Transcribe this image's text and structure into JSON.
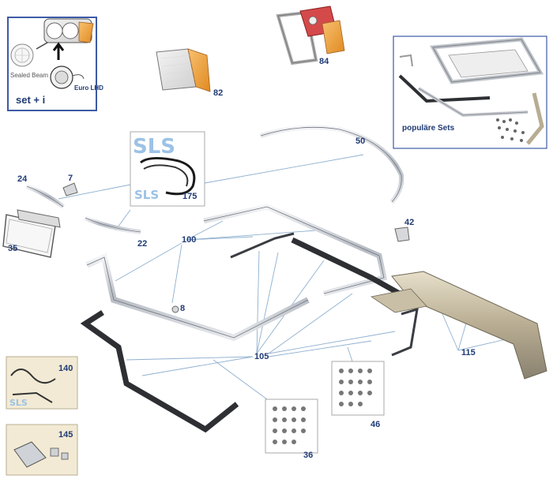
{
  "colors": {
    "label": "#1f3a75",
    "leader": "#8fb0cf",
    "chrome": "#c9ccd2",
    "rubber": "#2d2f33",
    "amber": "#f0a040",
    "inset_border": "#3d5aa5",
    "logo_blue": "#9cc2e6"
  },
  "headlight_inset": {
    "sealed_label": "Sealed Beam",
    "euro_label": "Euro LHD",
    "set_label": "set + i"
  },
  "sets_inset": {
    "label": "populäre Sets"
  },
  "logo_inset": {
    "brand_top": "SLS",
    "brand_bottom": "SLS",
    "number": "175"
  },
  "part_numbers": {
    "p82": "82",
    "p84": "84",
    "p50": "50",
    "p24": "24",
    "p7": "7",
    "p35": "35",
    "p22": "22",
    "p100": "100",
    "p42": "42",
    "p8": "8",
    "p105": "105",
    "p115": "115",
    "p140": "140",
    "p145": "145",
    "p46": "46",
    "p36": "36"
  }
}
